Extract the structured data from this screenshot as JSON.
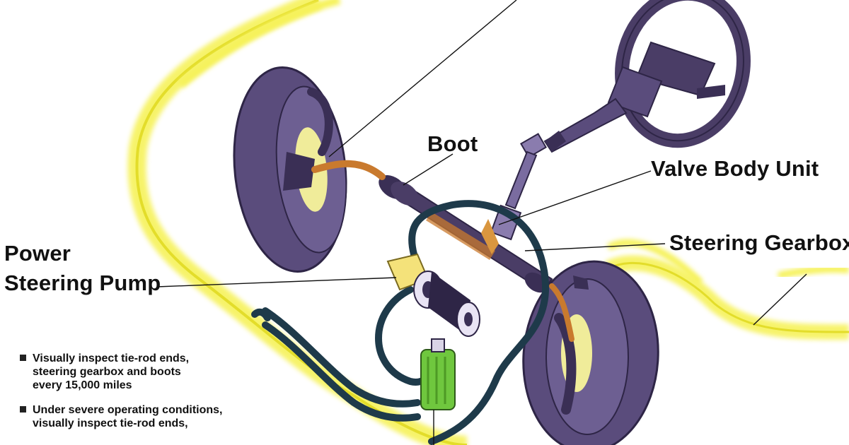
{
  "labels": {
    "boot": "Boot",
    "valve_body_unit": "Valve Body Unit",
    "steering_gearbox": "Steering Gearbox",
    "power": "Power",
    "steering_pump": "Steering Pump"
  },
  "notes": [
    {
      "lines": [
        "Visually inspect tie-rod ends,",
        "steering gearbox and boots",
        "every 15,000 miles"
      ]
    },
    {
      "lines": [
        "Under severe operating conditions,",
        "visually inspect tie-rod ends,"
      ]
    }
  ],
  "colors": {
    "body_outline": "#f2ee3a",
    "tire": "#5a4c7c",
    "tire_dark": "#2e2546",
    "rack": "#4a3d66",
    "tie_rod": "#c97a2e",
    "hose": "#1e3a4a",
    "reservoir": "#6fc73e",
    "pump": "#f4e27a"
  }
}
